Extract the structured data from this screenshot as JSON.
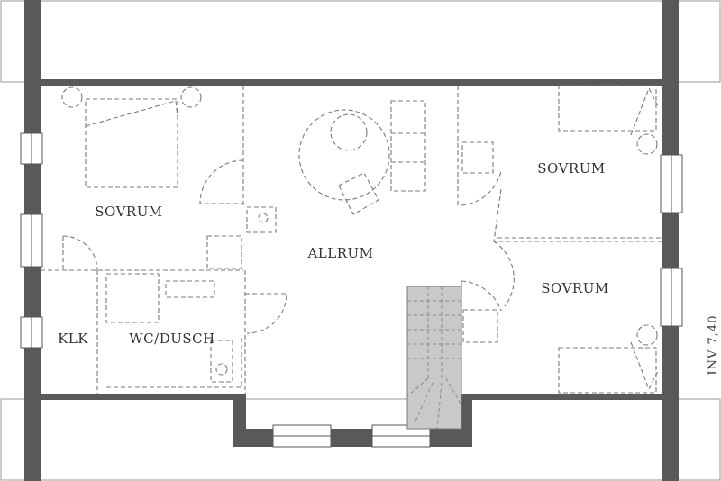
{
  "plan": {
    "rooms": {
      "sovrum_left": "SOVRUM",
      "allrum": "ALLRUM",
      "sovrum_right_top": "SOVRUM",
      "sovrum_right_bottom": "SOVRUM",
      "klk": "KLK",
      "wc_dusch": "WC/DUSCH"
    },
    "dimension_label": "INV 7,40",
    "colors": {
      "wall": "#595959",
      "stair": "#c9c9c9",
      "furniture_line": "#7a7a7a"
    }
  }
}
